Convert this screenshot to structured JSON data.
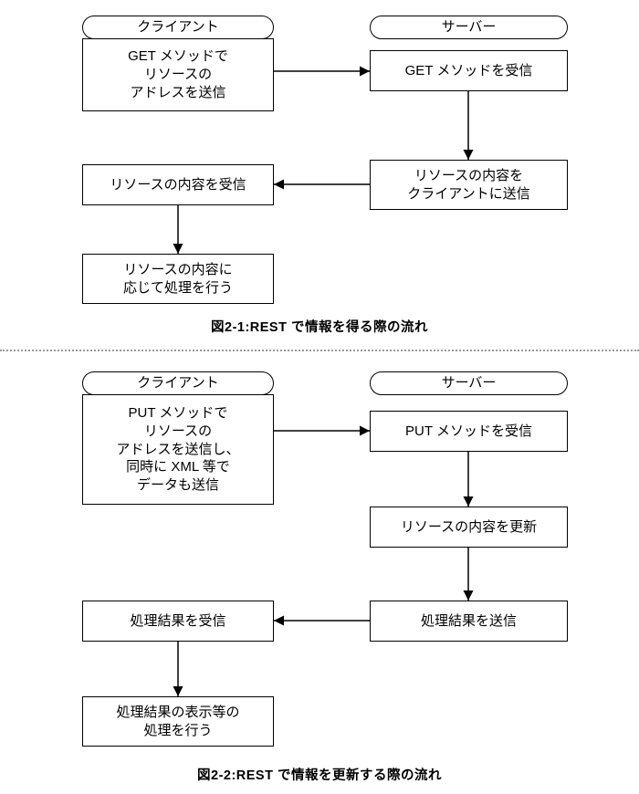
{
  "diagrams": [
    {
      "caption": "図2-1:REST で情報を得る際の流れ",
      "client_label": "クライアント",
      "server_label": "サーバー",
      "boxes": {
        "c1": "GET メソッドで\nリソースの\nアドレスを送信",
        "s1": "GET メソッドを受信",
        "s2": "リソースの内容を\nクライアントに送信",
        "c2": "リソースの内容を受信",
        "c3": "リソースの内容に\n応じて処理を行う"
      }
    },
    {
      "caption": "図2-2:REST で情報を更新する際の流れ",
      "client_label": "クライアント",
      "server_label": "サーバー",
      "boxes": {
        "c1": "PUT メソッドで\nリソースの\nアドレスを送信し、\n同時に XML 等で\nデータも送信",
        "s1": "PUT メソッドを受信",
        "s2": "リソースの内容を更新",
        "s3": "処理結果を送信",
        "c2": "処理結果を受信",
        "c3": "処理結果の表示等の\n処理を行う"
      }
    }
  ]
}
